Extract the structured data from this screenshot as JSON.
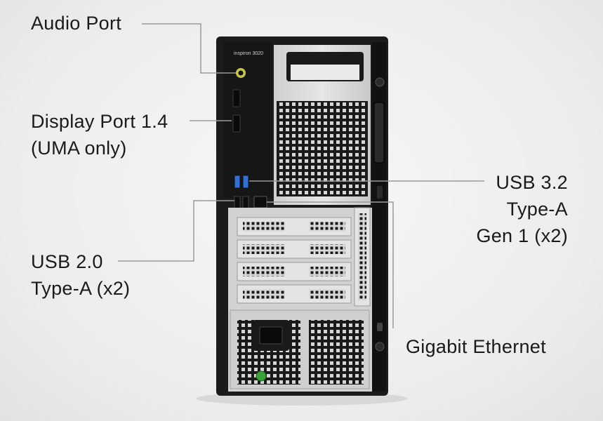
{
  "product": {
    "model_badge": "inspiron 3020"
  },
  "callouts": {
    "audio_port": [
      "Audio Port"
    ],
    "display_port": [
      "Display Port 1.4",
      "(UMA only)"
    ],
    "usb_32": [
      "USB 3.2",
      "Type-A",
      "Gen 1 (x2)"
    ],
    "usb_20": [
      "USB 2.0",
      "Type-A (x2)"
    ],
    "ethernet": [
      "Gigabit Ethernet"
    ]
  },
  "colors": {
    "chassis": "#1b1b1b",
    "panel_silver": "#d9d9d9",
    "usb32_blue": "#2f6fd6",
    "audio_ring": "#c9c54a",
    "leader_line": "#9a9a9a"
  }
}
